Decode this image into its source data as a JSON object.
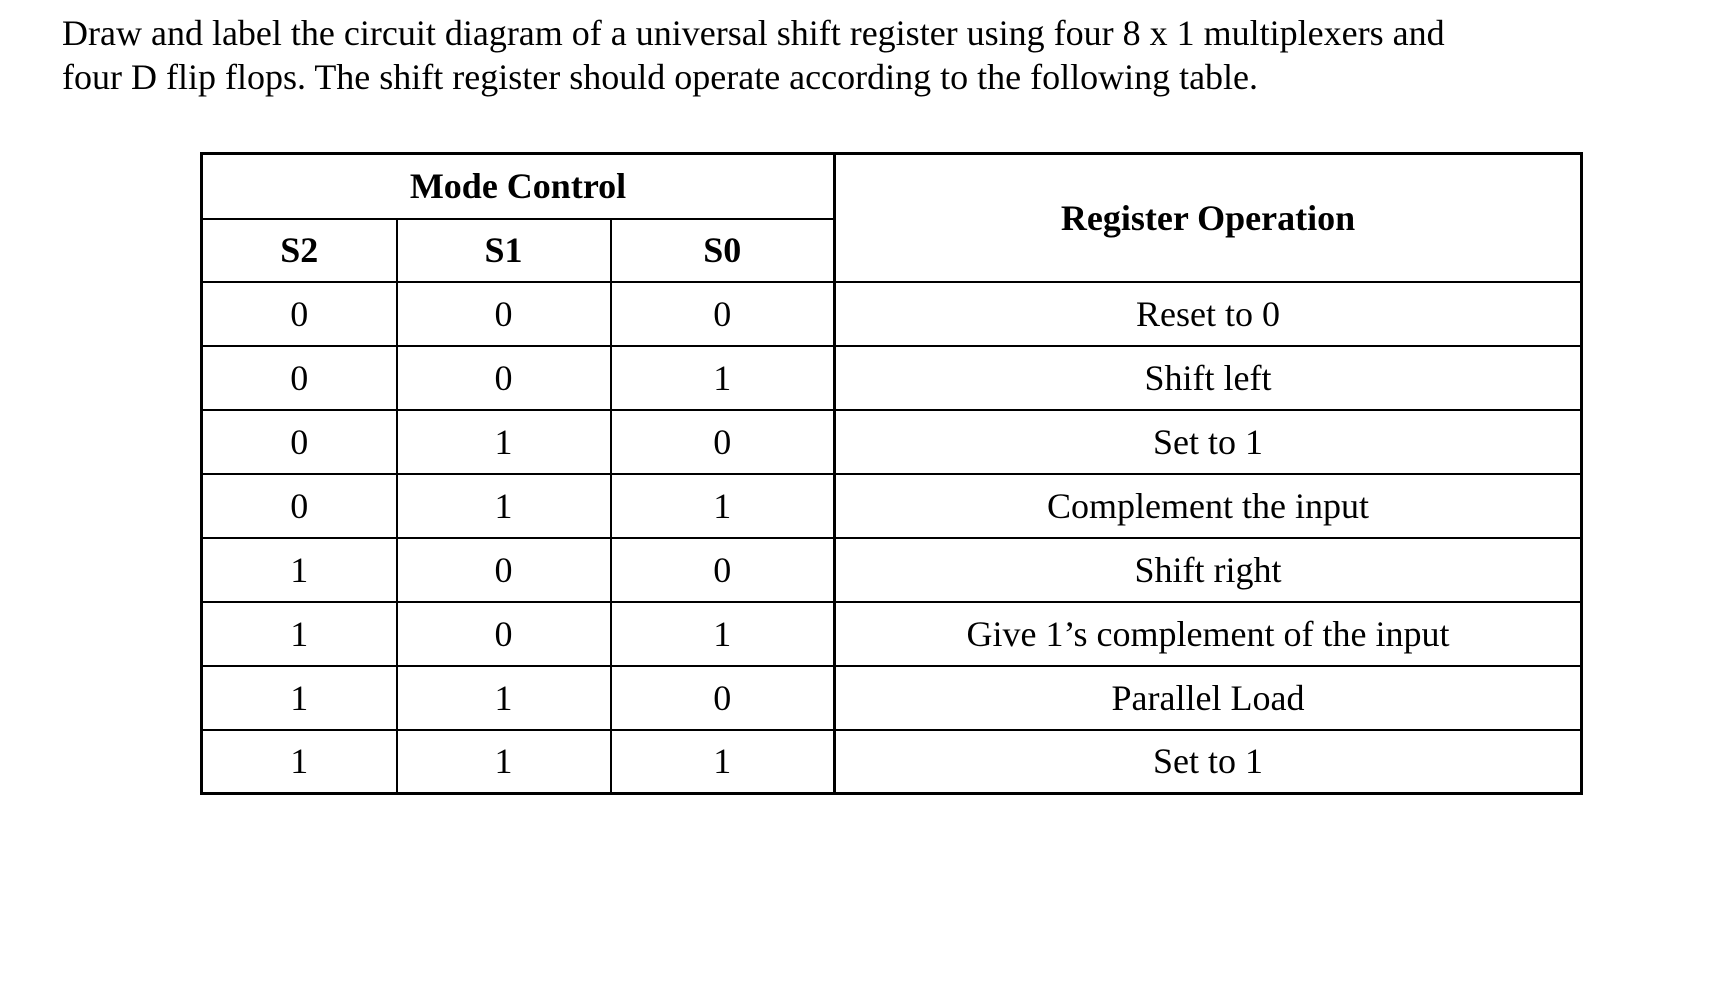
{
  "page": {
    "background": "#ffffff",
    "text_color": "#000000",
    "border_color": "#000000"
  },
  "prompt": {
    "lines": [
      "Draw and label the circuit diagram of a universal shift register using four 8 x 1 multiplexers and",
      "four D flip flops. The shift register should operate according to the following table."
    ],
    "full_text": "Draw and label the circuit diagram of a universal shift register using four 8 x 1 multiplexers and four D flip flops. The shift register should operate according to the following table."
  },
  "table": {
    "headers": {
      "mode_control": "Mode Control",
      "register_operation": "Register Operation",
      "columns": [
        "S2",
        "S1",
        "S0"
      ]
    },
    "rows": [
      {
        "s2": "0",
        "s1": "0",
        "s0": "0",
        "operation": "Reset to 0"
      },
      {
        "s2": "0",
        "s1": "0",
        "s0": "1",
        "operation": "Shift left"
      },
      {
        "s2": "0",
        "s1": "1",
        "s0": "0",
        "operation": "Set to 1"
      },
      {
        "s2": "0",
        "s1": "1",
        "s0": "1",
        "operation": "Complement the input"
      },
      {
        "s2": "1",
        "s1": "0",
        "s0": "0",
        "operation": "Shift right"
      },
      {
        "s2": "1",
        "s1": "0",
        "s0": "1",
        "operation": "Give 1’s complement of the input"
      },
      {
        "s2": "1",
        "s1": "1",
        "s0": "0",
        "operation": "Parallel Load"
      },
      {
        "s2": "1",
        "s1": "1",
        "s0": "1",
        "operation": "Set to 1"
      }
    ]
  }
}
